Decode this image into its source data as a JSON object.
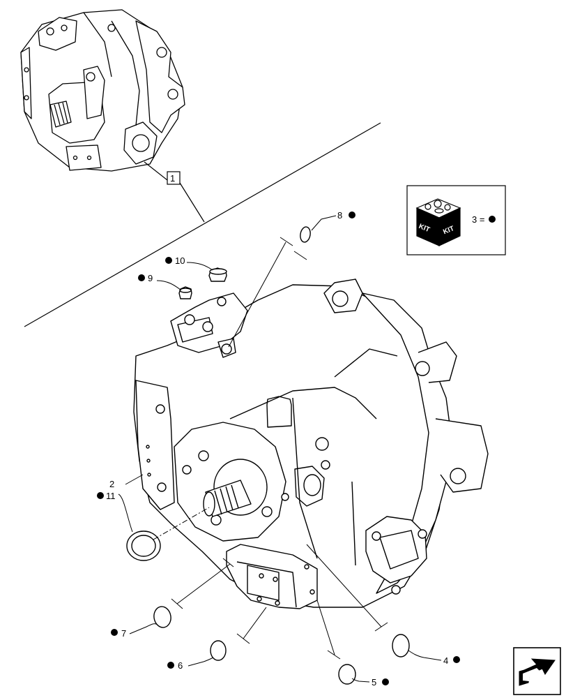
{
  "callouts": [
    {
      "id": "1",
      "label": "1",
      "bullet": false,
      "boxed": true
    },
    {
      "id": "2",
      "label": "2",
      "bullet": false
    },
    {
      "id": "3",
      "label": "3 =",
      "bullet": true
    },
    {
      "id": "4",
      "label": "4",
      "bullet": true
    },
    {
      "id": "5",
      "label": "5",
      "bullet": true
    },
    {
      "id": "6",
      "label": "6",
      "bullet": true
    },
    {
      "id": "7",
      "label": "7",
      "bullet": true
    },
    {
      "id": "8",
      "label": "8",
      "bullet": true
    },
    {
      "id": "9",
      "label": "9",
      "bullet": true
    },
    {
      "id": "10",
      "label": "10",
      "bullet": true
    },
    {
      "id": "11",
      "label": "11",
      "bullet": true
    }
  ],
  "kit": {
    "text_left": "KIT",
    "text_right": "KIT"
  },
  "colors": {
    "line": "#000000",
    "background": "#ffffff"
  },
  "icons": {
    "kit": "kit-box-icon",
    "navigation": "arrow-navigation-icon"
  }
}
